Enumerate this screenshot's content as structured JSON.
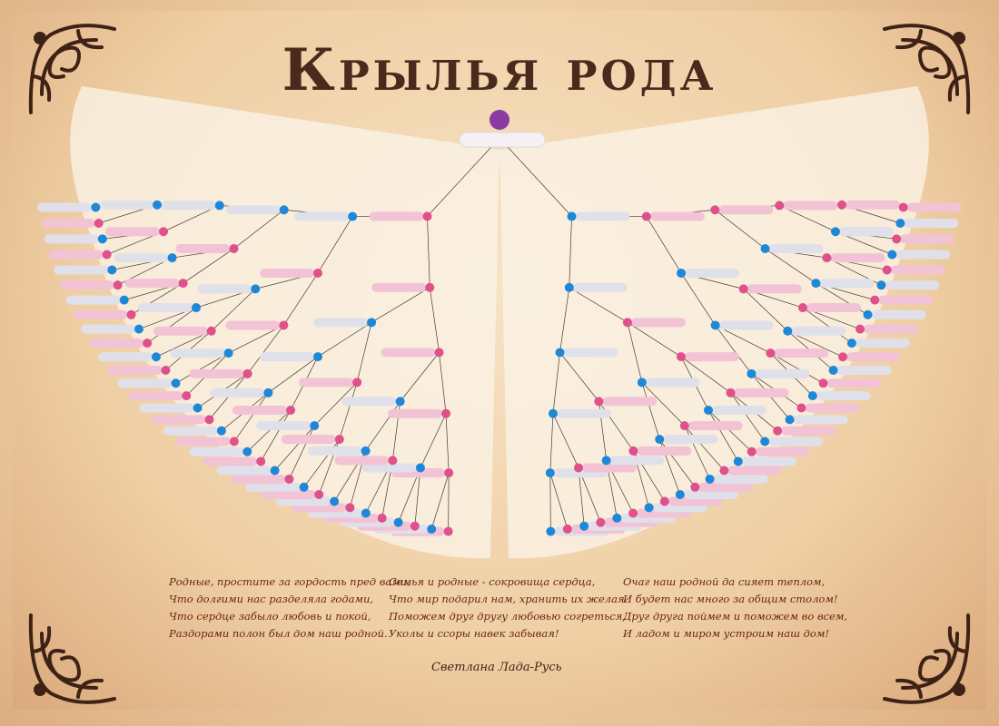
{
  "title": "Крылья рода",
  "colors": {
    "female_dot": "#e0508a",
    "male_dot": "#1e88d8",
    "female_label": "#f2c3d5",
    "male_label": "#dfe0ea",
    "root_dot": "#8a3aa0",
    "line": "#4a3a30",
    "wing": "#fbf4ea",
    "ornament": "#3f2216"
  },
  "tree": {
    "generations_per_wing": 6
  },
  "poems": [
    {
      "lines": [
        "Родные, простите за гордость пред вами,",
        "Что долгими нас разделяла годами,",
        "Что сердце забыло любовь и покой,",
        "Раздорами полон был дом наш родной."
      ]
    },
    {
      "lines": [
        "Семья и родные - сокровища сердца,",
        "Что мир подарил нам, хранить их желая.",
        "Поможем друг другу любовью согреться,",
        "Уколы и ссоры навек забывая!"
      ]
    },
    {
      "lines": [
        "Очаг наш родной да сияет теплом,",
        "И будет нас много за общим столом!",
        "Друг друга поймем и поможем во всем,",
        "И ладом и миром устроим наш дом!"
      ]
    }
  ],
  "author": "Светлана Лада-Русь"
}
